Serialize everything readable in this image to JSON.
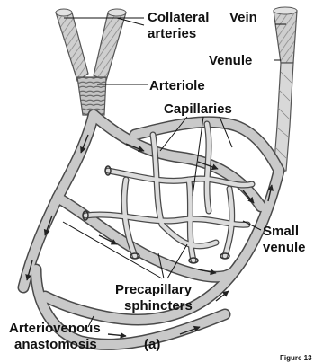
{
  "labels": {
    "collateral_line1": "Collateral",
    "collateral_line2": "arteries",
    "vein": "Vein",
    "venule": "Venule",
    "arteriole": "Arteriole",
    "capillaries": "Capillaries",
    "small_venule_line1": "Small",
    "small_venule_line2": "venule",
    "precapillary_line1": "Precapillary",
    "precapillary_line2": "sphincters",
    "av_line1": "Arteriovenous",
    "av_line2": "anastomosis",
    "panel": "(a)",
    "figure": "Figure 13"
  },
  "colors": {
    "vessel_fill": "#c9c9c9",
    "vessel_stroke": "#4a4a4a",
    "vessel_inner": "#dcdcdc",
    "text": "#111111"
  }
}
